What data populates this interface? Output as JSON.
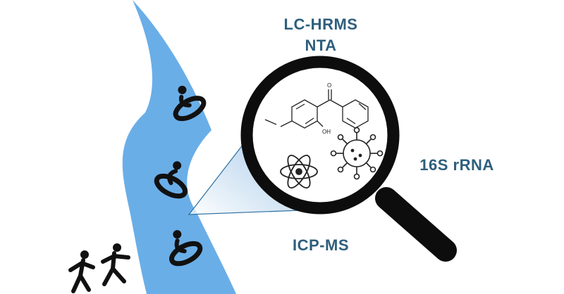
{
  "labels": {
    "lc_hrms": "LC-HRMS",
    "nta": "NTA",
    "rrna": "16S rRNA",
    "icp_ms": "ICP-MS"
  },
  "molecule": {
    "oxygen": "O",
    "hydroxyl": "OH"
  },
  "colors": {
    "river": "#6aaee8",
    "label_text": "#2e5f7d",
    "magnifier": "#0d0d0d"
  },
  "icons": [
    "tubing-person-icon",
    "tubing-person-icon",
    "tubing-person-icon",
    "running-people-icon",
    "magnifying-glass-icon",
    "benzophenone-molecule-icon",
    "atom-icon",
    "virus-icon"
  ]
}
